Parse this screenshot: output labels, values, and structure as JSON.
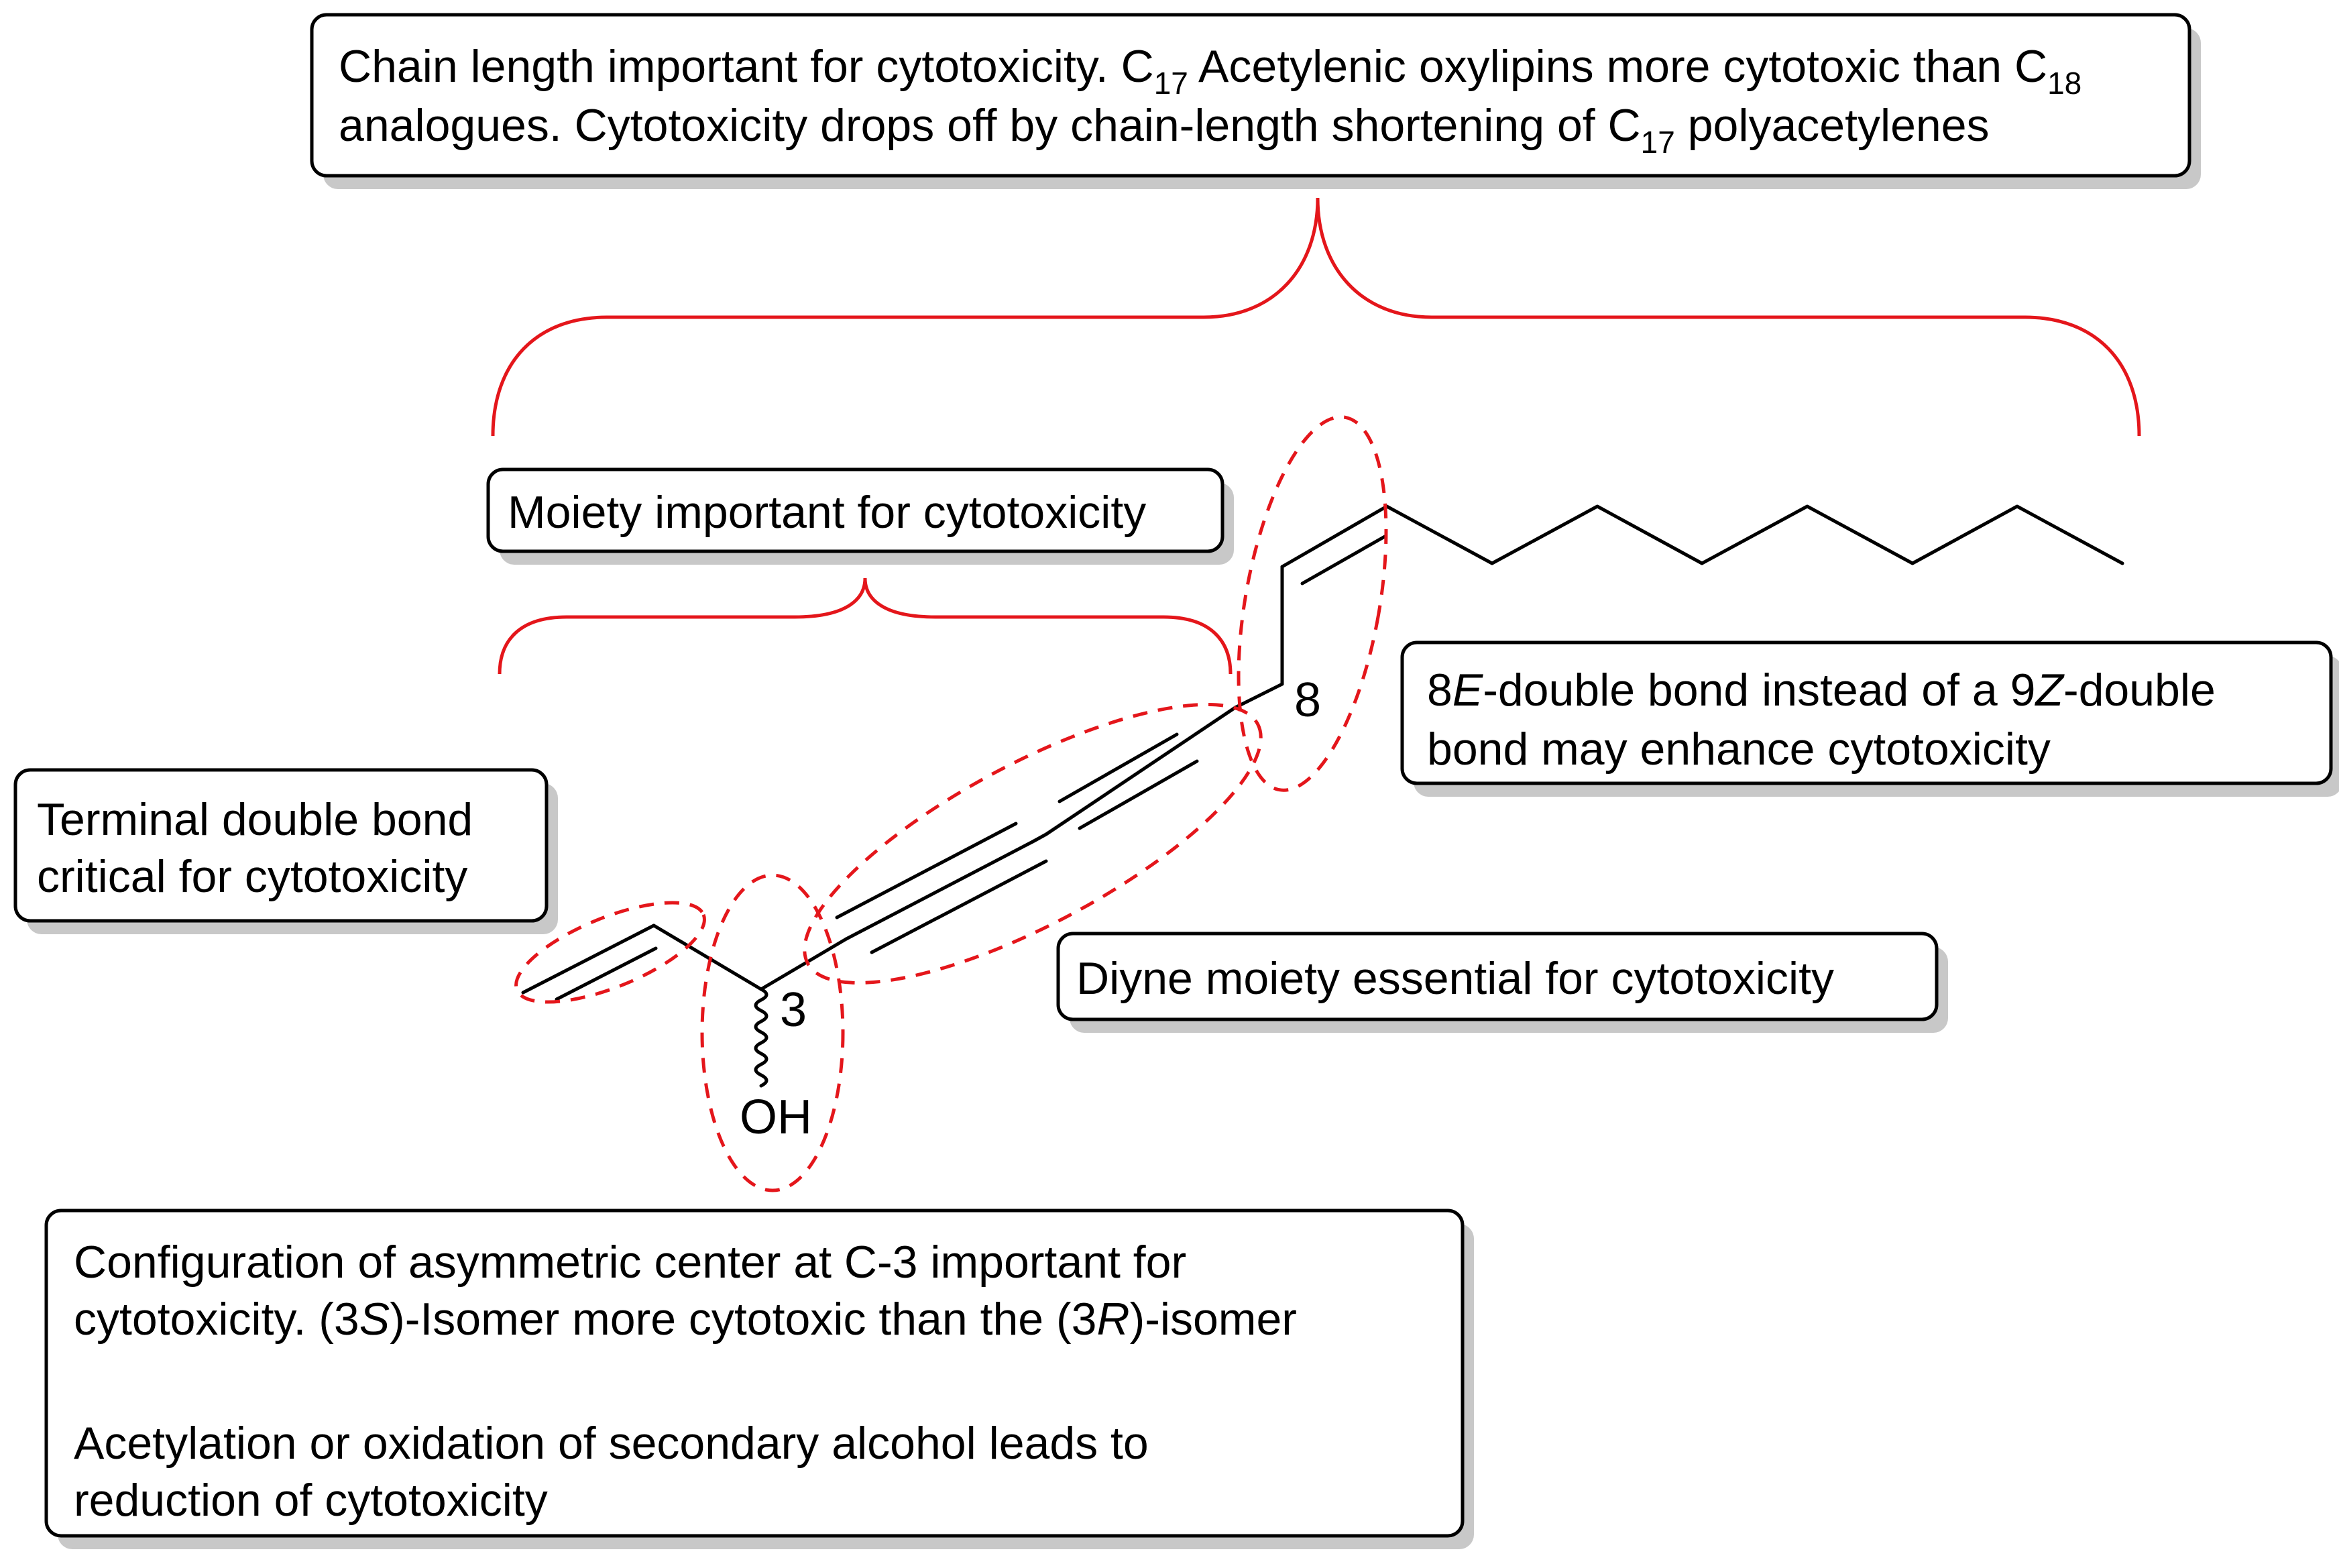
{
  "colors": {
    "annotation": "#e4161b",
    "text": "#000000",
    "box_shadow": "#c8c8c8"
  },
  "boxes": {
    "chain_length": {
      "line1_a": "Chain length important for cytotoxicity. C",
      "line1_sub_a": "17",
      "line1_b": " Acetylenic oxylipins more cytotoxic than C",
      "line1_sub_b": "18",
      "line2_a": "analogues. Cytotoxicity drops off by chain-length shortening of C",
      "line2_sub": "17",
      "line2_b": " polyacetylenes"
    },
    "moiety": {
      "text": "Moiety important for cytotoxicity"
    },
    "double_bond": {
      "line1_a": "8",
      "line1_i1": "E",
      "line1_b": "-double bond instead of a 9",
      "line1_i2": "Z",
      "line1_c": "-double",
      "line2": "bond may enhance cytotoxicity"
    },
    "terminal": {
      "line1": "Terminal double bond",
      "line2": "critical for cytotoxicity"
    },
    "diyne": {
      "text": "Diyne moiety essential for cytotoxicity"
    },
    "configuration": {
      "line1": "Configuration of asymmetric center at C-3 important for",
      "line2_a": "cytotoxicity. (3",
      "line2_i1": "S",
      "line2_b": ")-Isomer more cytotoxic than the (3",
      "line2_i2": "R",
      "line2_c": ")-isomer",
      "line3": "Acetylation or oxidation of secondary alcohol leads to",
      "line4": "reduction of cytotoxicity"
    }
  },
  "molecule": {
    "hydroxyl_label": "OH",
    "locant_c3": "3",
    "locant_c8": "8"
  }
}
